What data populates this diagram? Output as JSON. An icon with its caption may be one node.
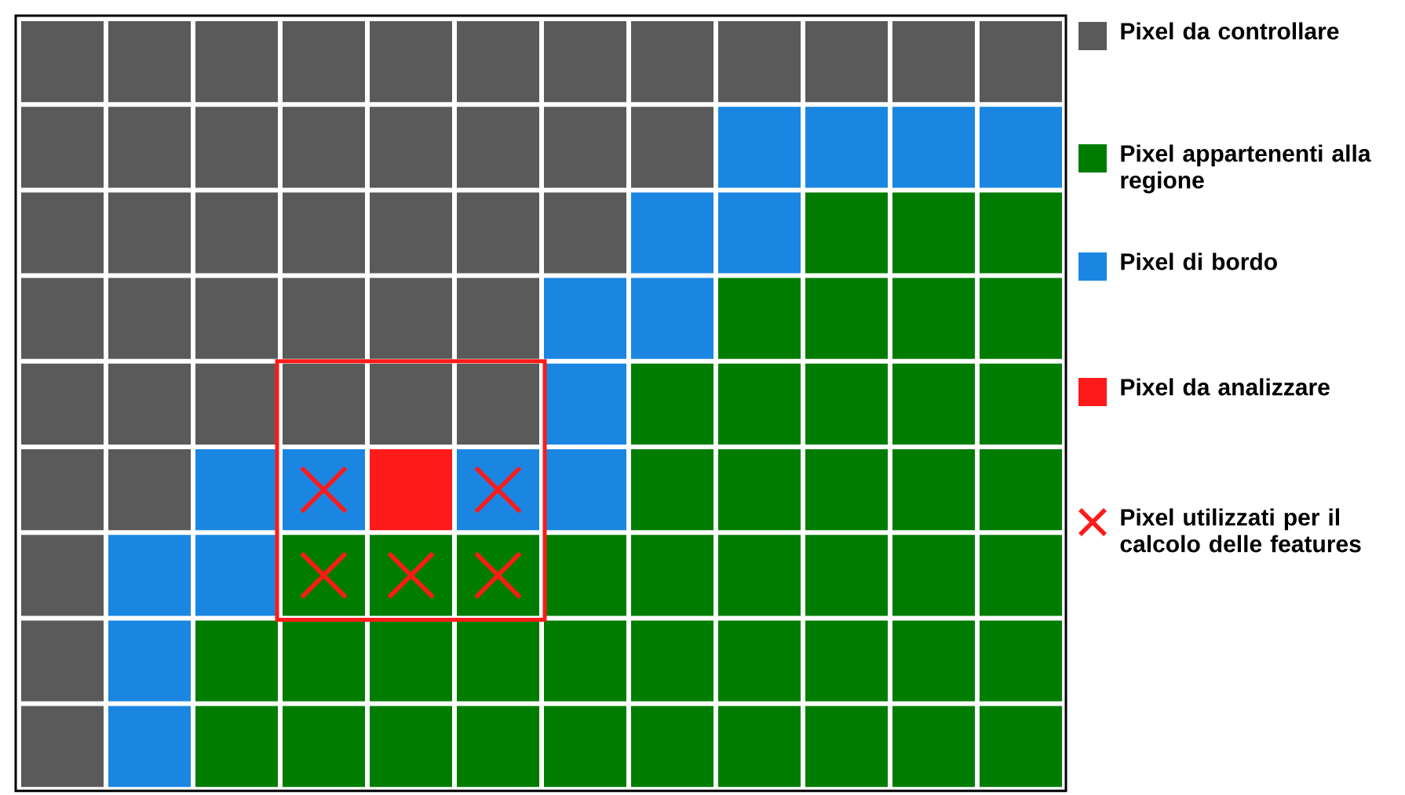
{
  "diagram": {
    "legend": [
      {
        "text": "Pixel da controllare",
        "color": "#5a5a5a"
      },
      {
        "text": "Pixel appartenenti alla regione",
        "color": "#007d00"
      },
      {
        "text": "Pixel di bordo",
        "color": "#1a86e2"
      },
      {
        "text": "Pixel da analizzare",
        "color": "#ff1a1a"
      },
      {
        "text": "Pixel utilizzati per il calcolo delle features"
      }
    ]
  }
}
